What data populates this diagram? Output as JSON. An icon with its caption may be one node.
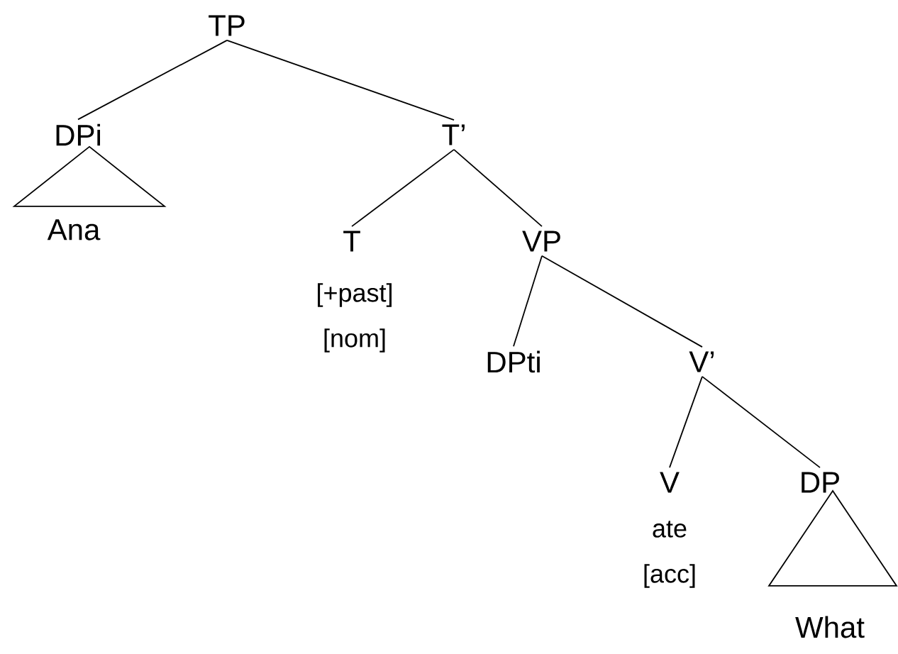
{
  "diagram": {
    "nodes": [
      {
        "text": [
          "TP"
        ]
      },
      {
        "text": [
          "DPi"
        ]
      },
      {
        "text": [],
        "shape": "triangle"
      },
      {
        "text": [
          "Ana"
        ]
      },
      {
        "text": [
          "T’"
        ]
      },
      {
        "text": [
          "T"
        ],
        "beside": [
          "[+past]",
          "[nom]"
        ]
      },
      {
        "text": [
          "VP"
        ]
      },
      {
        "text": [
          "DPti"
        ]
      },
      {
        "text": [
          "V’"
        ]
      },
      {
        "text": [
          "V"
        ],
        "beside": [
          "ate",
          "[acc]"
        ]
      },
      {
        "text": [
          "DP"
        ]
      },
      {
        "text": [],
        "shape": "triangle"
      },
      {
        "text": [
          "What"
        ]
      }
    ],
    "edges": [
      {
        "from": 0,
        "to": 1,
        "arrow": "none"
      },
      {
        "from": 0,
        "to": 4,
        "arrow": "none"
      },
      {
        "from": 4,
        "to": 5,
        "arrow": "none"
      },
      {
        "from": 4,
        "to": 6,
        "arrow": "none"
      },
      {
        "from": 6,
        "to": 7,
        "arrow": "none"
      },
      {
        "from": 6,
        "to": 8,
        "arrow": "none"
      },
      {
        "from": 8,
        "to": 9,
        "arrow": "none"
      },
      {
        "from": 8,
        "to": 10,
        "arrow": "none"
      }
    ]
  }
}
